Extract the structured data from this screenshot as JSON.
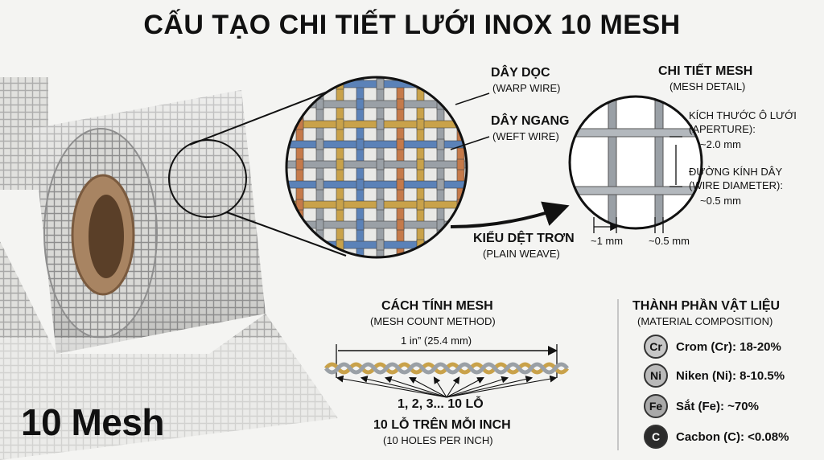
{
  "title": "CẤU TẠO CHI TIẾT LƯỚI INOX 10 MESH",
  "product_label": "10 Mesh",
  "weave_zoom": {
    "warp_label": "DÂY DỌC",
    "warp_sub": "(WARP WIRE)",
    "weft_label": "DÂY NGANG",
    "weft_sub": "(WEFT WIRE)",
    "weave_label": "KIỂU DỆT TRƠN",
    "weave_sub": "(PLAIN WEAVE)"
  },
  "mesh_detail": {
    "title": "CHI TIẾT MESH",
    "subtitle": "(MESH DETAIL)",
    "aperture_label": "KÍCH THƯỚC Ô LƯỚI",
    "aperture_sub": "(APERTURE):",
    "aperture_value": "~2.0 mm",
    "wire_label": "ĐƯỜNG KÍNH DÂY",
    "wire_sub": "(WIRE DIAMETER):",
    "wire_value": "~0.5 mm",
    "dim_aperture": "~1 mm",
    "dim_wire": "~0.5 mm"
  },
  "count_method": {
    "title": "CÁCH TÍNH MESH",
    "subtitle": "(MESH COUNT METHOD)",
    "span_label": "1 in” (25.4 mm)",
    "holes_label": "1, 2, 3... 10 LỖ",
    "per_inch": "10 LỖ TRÊN MỖI INCH",
    "per_inch_sub": "(10 HOLES PER INCH)"
  },
  "composition": {
    "title": "THÀNH PHẦN VẬT LIỆU",
    "subtitle": "(MATERIAL COMPOSITION)",
    "items": [
      {
        "symbol": "Cr",
        "text": "Crom (Cr): 18-20%",
        "color": "#c7c7c7"
      },
      {
        "symbol": "Ni",
        "text": "Niken (Ni): 8-10.5%",
        "color": "#b9b9b9"
      },
      {
        "symbol": "Fe",
        "text": "Sắt (Fe): ~70%",
        "color": "#a9a9a9"
      },
      {
        "symbol": "C",
        "text": "Cacbon (C): <0.08%",
        "color": "#2b2b2b"
      }
    ]
  },
  "colors": {
    "warp_blue": "#5b82b8",
    "weft_gold": "#c9a24a",
    "copper": "#c57a4a",
    "steel": "#9aa0a6"
  }
}
